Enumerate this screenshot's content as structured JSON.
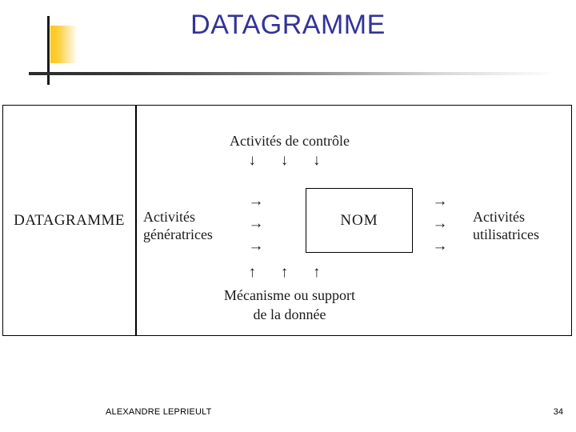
{
  "slide": {
    "title": "DATAGRAMME",
    "title_color": "#333399"
  },
  "decoration": {
    "accent_color": "#ffc61a",
    "rule_color": "#2b2b2b"
  },
  "diagram": {
    "row_label": "DATAGRAMME",
    "control": {
      "label": "Activités de contrôle",
      "arrows": "↓ ↓ ↓"
    },
    "generators": {
      "line1": "Activités",
      "line2": "génératrices",
      "arrows": [
        "→",
        "→",
        "→"
      ]
    },
    "center": {
      "name": "NOM"
    },
    "users": {
      "line1": "Activités",
      "line2": "utilisatrices",
      "arrows": [
        "→",
        "→",
        "→"
      ]
    },
    "mechanism": {
      "arrows": "↑ ↑ ↑",
      "line1": "Mécanisme ou support",
      "line2": "de la donnée"
    }
  },
  "footer": {
    "author": "ALEXANDRE LEPRIEULT",
    "page_number": "34"
  }
}
